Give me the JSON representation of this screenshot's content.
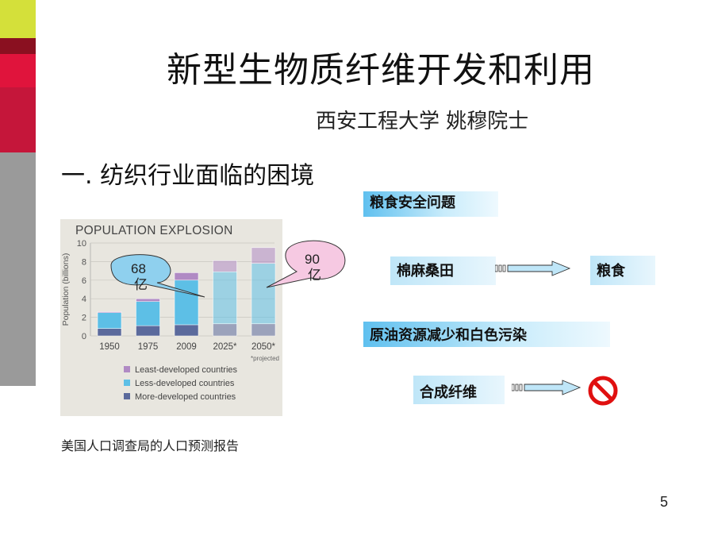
{
  "slide": {
    "title": "新型生物质纤维开发和利用",
    "subtitle": "西安工程大学 姚穆院士",
    "section_heading": "一. 纺织行业面临的困境",
    "caption": "美国人口调查局的人口预测报告",
    "page_number": "5"
  },
  "issues": {
    "food_security": "粮食安全问题",
    "cotton_hemp_land": "棉麻桑田",
    "grain": "粮食",
    "oil_pollution": "原油资源减少和白色污染",
    "synthetic_fiber": "合成纤维",
    "prohibited_icon": "prohibited-icon"
  },
  "bubbles": {
    "left": "68亿",
    "left_line1": "68",
    "left_line2": "亿",
    "right_line1": "90",
    "right_line2": "亿"
  },
  "chart_data": {
    "type": "bar",
    "title": "POPULATION EXPLOSION",
    "ylabel": "Population (billions)",
    "ylim": [
      0,
      10
    ],
    "yticks": [
      "0",
      "2",
      "4",
      "6",
      "8",
      "10"
    ],
    "categories": [
      "1950",
      "1975",
      "2009",
      "2025",
      "2050"
    ],
    "category_labels": [
      "1950",
      "1975",
      "2009",
      "2025*",
      "2050*"
    ],
    "footnote": "*projected",
    "stacked": true,
    "series": [
      {
        "name": "More-developed countries",
        "color": "#5b6a9c",
        "values": [
          0.8,
          1.1,
          1.2,
          1.3,
          1.3
        ]
      },
      {
        "name": "Less-developed countries",
        "color": "#5dbfe6",
        "values": [
          1.7,
          2.6,
          4.8,
          5.6,
          6.5
        ]
      },
      {
        "name": "Least-developed countries",
        "color": "#b08ac4",
        "values": [
          0.1,
          0.3,
          0.8,
          1.2,
          1.7
        ]
      }
    ],
    "legend": [
      "Least-developed countries",
      "Less-developed countries",
      "More-developed countries"
    ],
    "legend_colors": [
      "#b08ac4",
      "#5dbfe6",
      "#5b6a9c"
    ],
    "projected_categories": [
      "2025",
      "2050"
    ]
  }
}
